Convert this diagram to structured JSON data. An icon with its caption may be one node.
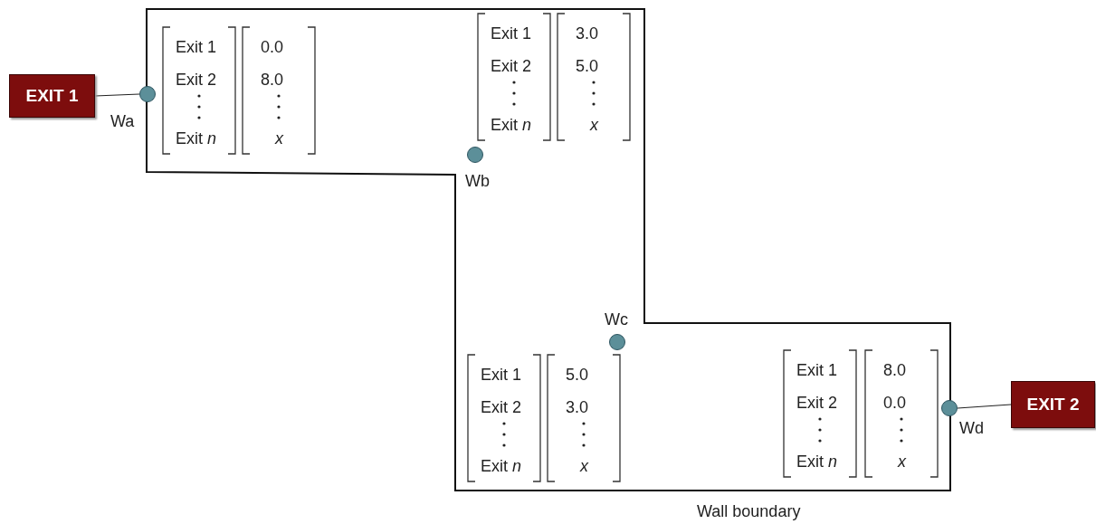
{
  "diagram": {
    "nodes": [
      {
        "text": [
          "EXIT 1"
        ]
      },
      {
        "text": [],
        "shape": "circle",
        "beside": [
          "Wa"
        ]
      },
      {
        "text": [],
        "shape": "circle",
        "beside": [
          "Wb"
        ]
      },
      {
        "text": [],
        "shape": "circle",
        "beside": [
          "Wc"
        ]
      },
      {
        "text": [],
        "shape": "circle",
        "beside": [
          "Wd"
        ]
      },
      {
        "text": [
          "EXIT 2"
        ]
      }
    ],
    "edges": [
      {
        "from": 0,
        "to": 1,
        "arrow": "none"
      },
      {
        "from": 4,
        "to": 5,
        "arrow": "none"
      }
    ],
    "labels": [
      "Exit 1",
      "0.0",
      "Exit 2",
      "8.0",
      "Exit *n*",
      "x",
      "Exit 1",
      "3.0",
      "Exit 2",
      "5.0",
      "Exit *n*",
      "x",
      "Exit 1",
      "5.0",
      "Exit 2",
      "3.0",
      "Exit *n*",
      "x",
      "Exit 1",
      "8.0",
      "Exit 2",
      "0.0",
      "Exit *n*",
      "x",
      "Wall boundary"
    ]
  }
}
